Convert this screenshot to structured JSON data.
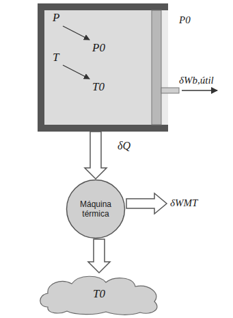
{
  "diagram": {
    "nodes": [
      {
        "text": [
          "P",
          "P0",
          "T",
          "T0"
        ]
      },
      {
        "text": [
          "Máquina térmica"
        ]
      },
      {
        "text": [
          "T0"
        ]
      }
    ],
    "edges": [
      {
        "from": 0,
        "to": 1,
        "label": "δQ",
        "arrow": "to"
      },
      {
        "from": 1,
        "to": 2,
        "arrow": "to"
      }
    ],
    "labels": [
      "P0",
      "δWb,útil",
      "δWMT"
    ]
  }
}
